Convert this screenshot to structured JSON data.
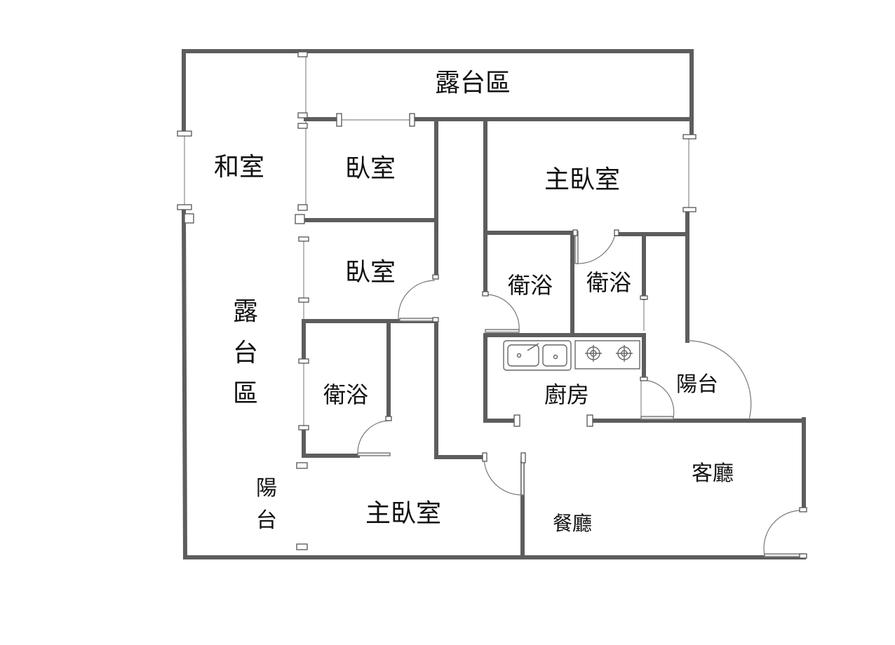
{
  "rooms": {
    "terrace_top": "露台區",
    "japanese_room": "和室",
    "bedroom_upper": "臥室",
    "bedroom_middle": "臥室",
    "master_bedroom_upper": "主臥室",
    "bath_a": "衛浴",
    "bath_b": "衛浴",
    "bath_left": "衛浴",
    "terrace_left": [
      "露",
      "台",
      "區"
    ],
    "balcony_right": "陽台",
    "kitchen": "廚房",
    "living_room": "客廳",
    "dining_room": "餐廳",
    "balcony_left": [
      "陽",
      "台"
    ],
    "master_bedroom_lower": "主臥室"
  },
  "fixtures": [
    "kitchen-sink-icon",
    "stove-burner-icon"
  ]
}
